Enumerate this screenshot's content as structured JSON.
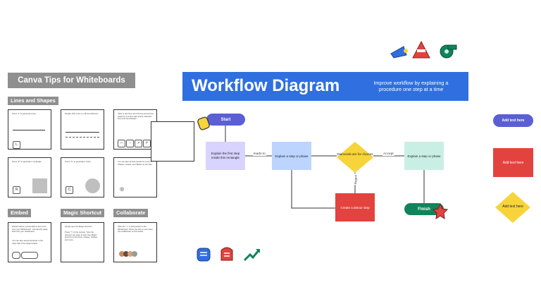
{
  "tips": {
    "title": "Canva Tips for Whiteboards",
    "sections": {
      "lines": "Lines and Shapes",
      "embed": "Embed",
      "magic": "Magic Shortcut",
      "collab": "Collaborate"
    },
    "cards": {
      "c1_text": "Press \"L\" to generate a line.",
      "c1_key": "L",
      "c2_text": "Double click a line to edit and add text.",
      "c3_text": "Click on the lines and choose among line patterns, end and start points, elbowed lines and arrowheads.",
      "c4_text": "Press \"R\" to generate a rectangle.",
      "c4_key": "R",
      "c5_text": "Press \"C\" to generate a circle.",
      "c5_key": "C",
      "c6_text": "You can also access panels for Lines & Shapes, Charts, and Tables on the side.",
      "c7_text": "Embed videos, presentations and more from your Whiteboard. Just directly paste links into your whiteboard.",
      "c7_text2": "You can also access Embeds in the Apps Tab of the Object Panel.",
      "c8_text": "Simply type the Magic shortcut.",
      "c8_text2": "Press \"/\" on the canvas. Type the element you want to add. Use Magic shortcut to find lines, shapes, stickies and more.",
      "c9_text": "Click the \"+\" to add people to the Whiteboard. Share the link so your team can collaborate on this board."
    }
  },
  "hero": {
    "title": "Workflow Diagram",
    "subtitle": "Improve workflow by explaining a procedure one step at a time"
  },
  "flow": {
    "start": "Start",
    "first_step": "Explain the first step inside this rectangle",
    "step_a": "Explain a step or phase",
    "diamond": "Diamonds are for choices",
    "step_b": "Explain a step or phase",
    "detour": "Create a detour step",
    "finish": "Finish",
    "label_leads": "leads to",
    "label_accept": "Accept",
    "label_reject": "Reject"
  },
  "side": {
    "pill": "Add text here",
    "red": "Add text here",
    "yellow": "Add text here"
  },
  "colors": {
    "hero_blue": "#2f6fe0",
    "start_purple": "#5b5fd6",
    "lavender": "#d8d3ff",
    "light_blue": "#bcd4ff",
    "mint": "#c9efe5",
    "red": "#e2433f",
    "yellow": "#f7d43a",
    "finish_green": "#11845c",
    "section_gray": "#8f8f8f"
  },
  "stickers": [
    "megaphone-sticker",
    "canva-team-badge-sticker",
    "whistle-sticker",
    "hand-stamp-sticker",
    "hand-stamp-sticker",
    "trend-arrow-sticker",
    "star-sticker",
    "hand-pointer-sticker"
  ]
}
